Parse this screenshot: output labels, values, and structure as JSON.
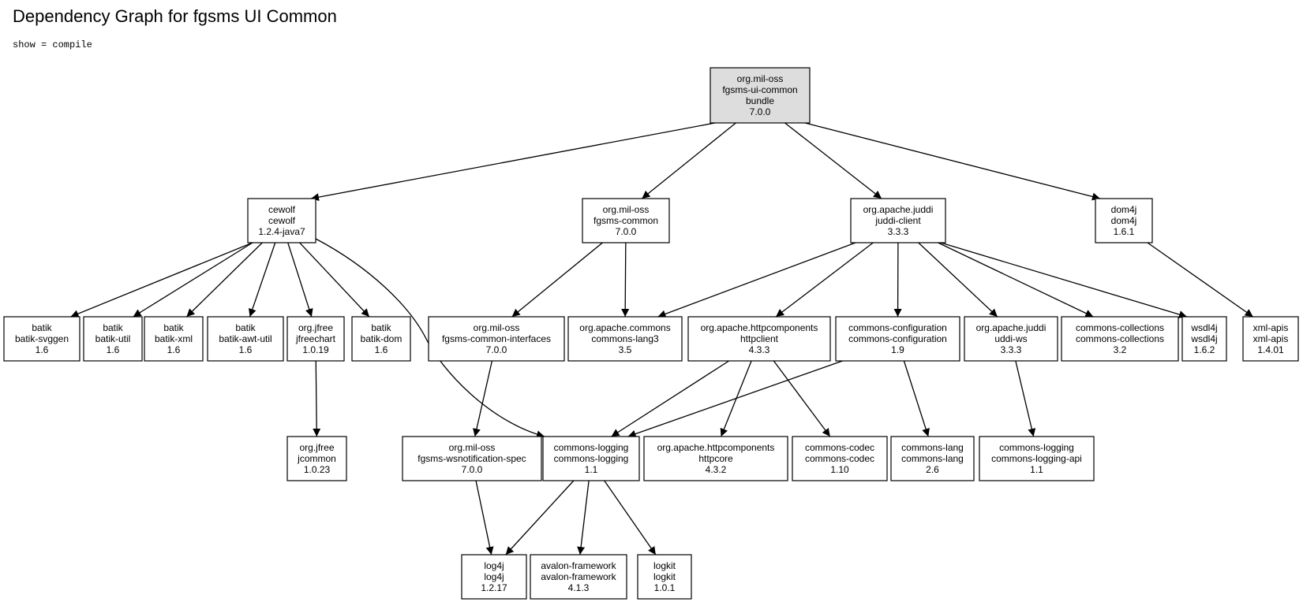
{
  "title": "Dependency Graph for fgsms UI Common",
  "scope": "show = compile",
  "nodes": [
    {
      "id": "root",
      "lines": [
        "org.mil-oss",
        "fgsms-ui-common",
        "bundle",
        "7.0.0"
      ],
      "fill": "#dddddd"
    },
    {
      "id": "cewolf",
      "lines": [
        "cewolf",
        "cewolf",
        "1.2.4-java7"
      ]
    },
    {
      "id": "fgsms-common",
      "lines": [
        "org.mil-oss",
        "fgsms-common",
        "7.0.0"
      ]
    },
    {
      "id": "juddi-client",
      "lines": [
        "org.apache.juddi",
        "juddi-client",
        "3.3.3"
      ]
    },
    {
      "id": "dom4j",
      "lines": [
        "dom4j",
        "dom4j",
        "1.6.1"
      ]
    },
    {
      "id": "batik-svggen",
      "lines": [
        "batik",
        "batik-svggen",
        "1.6"
      ]
    },
    {
      "id": "batik-util",
      "lines": [
        "batik",
        "batik-util",
        "1.6"
      ]
    },
    {
      "id": "batik-xml",
      "lines": [
        "batik",
        "batik-xml",
        "1.6"
      ]
    },
    {
      "id": "batik-awt-util",
      "lines": [
        "batik",
        "batik-awt-util",
        "1.6"
      ]
    },
    {
      "id": "jfreechart",
      "lines": [
        "org.jfree",
        "jfreechart",
        "1.0.19"
      ]
    },
    {
      "id": "batik-dom",
      "lines": [
        "batik",
        "batik-dom",
        "1.6"
      ]
    },
    {
      "id": "fgsms-common-interfaces",
      "lines": [
        "org.mil-oss",
        "fgsms-common-interfaces",
        "7.0.0"
      ]
    },
    {
      "id": "commons-lang3",
      "lines": [
        "org.apache.commons",
        "commons-lang3",
        "3.5"
      ]
    },
    {
      "id": "httpclient",
      "lines": [
        "org.apache.httpcomponents",
        "httpclient",
        "4.3.3"
      ]
    },
    {
      "id": "commons-configuration",
      "lines": [
        "commons-configuration",
        "commons-configuration",
        "1.9"
      ]
    },
    {
      "id": "uddi-ws",
      "lines": [
        "org.apache.juddi",
        "uddi-ws",
        "3.3.3"
      ]
    },
    {
      "id": "commons-collections",
      "lines": [
        "commons-collections",
        "commons-collections",
        "3.2"
      ]
    },
    {
      "id": "wsdl4j",
      "lines": [
        "wsdl4j",
        "wsdl4j",
        "1.6.2"
      ]
    },
    {
      "id": "xml-apis",
      "lines": [
        "xml-apis",
        "xml-apis",
        "1.4.01"
      ]
    },
    {
      "id": "jcommon",
      "lines": [
        "org.jfree",
        "jcommon",
        "1.0.23"
      ]
    },
    {
      "id": "wsnotification-spec",
      "lines": [
        "org.mil-oss",
        "fgsms-wsnotification-spec",
        "7.0.0"
      ]
    },
    {
      "id": "commons-logging",
      "lines": [
        "commons-logging",
        "commons-logging",
        "1.1"
      ]
    },
    {
      "id": "httpcore",
      "lines": [
        "org.apache.httpcomponents",
        "httpcore",
        "4.3.2"
      ]
    },
    {
      "id": "commons-codec",
      "lines": [
        "commons-codec",
        "commons-codec",
        "1.10"
      ]
    },
    {
      "id": "commons-lang",
      "lines": [
        "commons-lang",
        "commons-lang",
        "2.6"
      ]
    },
    {
      "id": "commons-logging-api",
      "lines": [
        "commons-logging",
        "commons-logging-api",
        "1.1"
      ]
    },
    {
      "id": "log4j",
      "lines": [
        "log4j",
        "log4j",
        "1.2.17"
      ]
    },
    {
      "id": "avalon-framework",
      "lines": [
        "avalon-framework",
        "avalon-framework",
        "4.1.3"
      ]
    },
    {
      "id": "logkit",
      "lines": [
        "logkit",
        "logkit",
        "1.0.1"
      ]
    }
  ],
  "edges": [
    {
      "from": "root",
      "to": "cewolf"
    },
    {
      "from": "root",
      "to": "fgsms-common"
    },
    {
      "from": "root",
      "to": "juddi-client"
    },
    {
      "from": "root",
      "to": "dom4j"
    },
    {
      "from": "cewolf",
      "to": "batik-svggen"
    },
    {
      "from": "cewolf",
      "to": "batik-util"
    },
    {
      "from": "cewolf",
      "to": "batik-xml"
    },
    {
      "from": "cewolf",
      "to": "batik-awt-util"
    },
    {
      "from": "cewolf",
      "to": "jfreechart"
    },
    {
      "from": "cewolf",
      "to": "batik-dom"
    },
    {
      "from": "cewolf",
      "to": "commons-logging"
    },
    {
      "from": "fgsms-common",
      "to": "fgsms-common-interfaces"
    },
    {
      "from": "fgsms-common",
      "to": "commons-lang3"
    },
    {
      "from": "juddi-client",
      "to": "commons-lang3"
    },
    {
      "from": "juddi-client",
      "to": "httpclient"
    },
    {
      "from": "juddi-client",
      "to": "commons-configuration"
    },
    {
      "from": "juddi-client",
      "to": "uddi-ws"
    },
    {
      "from": "juddi-client",
      "to": "commons-collections"
    },
    {
      "from": "juddi-client",
      "to": "wsdl4j"
    },
    {
      "from": "dom4j",
      "to": "xml-apis"
    },
    {
      "from": "jfreechart",
      "to": "jcommon"
    },
    {
      "from": "fgsms-common-interfaces",
      "to": "wsnotification-spec"
    },
    {
      "from": "httpclient",
      "to": "commons-logging"
    },
    {
      "from": "httpclient",
      "to": "httpcore"
    },
    {
      "from": "httpclient",
      "to": "commons-codec"
    },
    {
      "from": "commons-configuration",
      "to": "commons-logging"
    },
    {
      "from": "commons-configuration",
      "to": "commons-lang"
    },
    {
      "from": "uddi-ws",
      "to": "commons-logging-api"
    },
    {
      "from": "wsnotification-spec",
      "to": "log4j"
    },
    {
      "from": "commons-logging",
      "to": "log4j"
    },
    {
      "from": "commons-logging",
      "to": "avalon-framework"
    },
    {
      "from": "commons-logging",
      "to": "logkit"
    }
  ]
}
